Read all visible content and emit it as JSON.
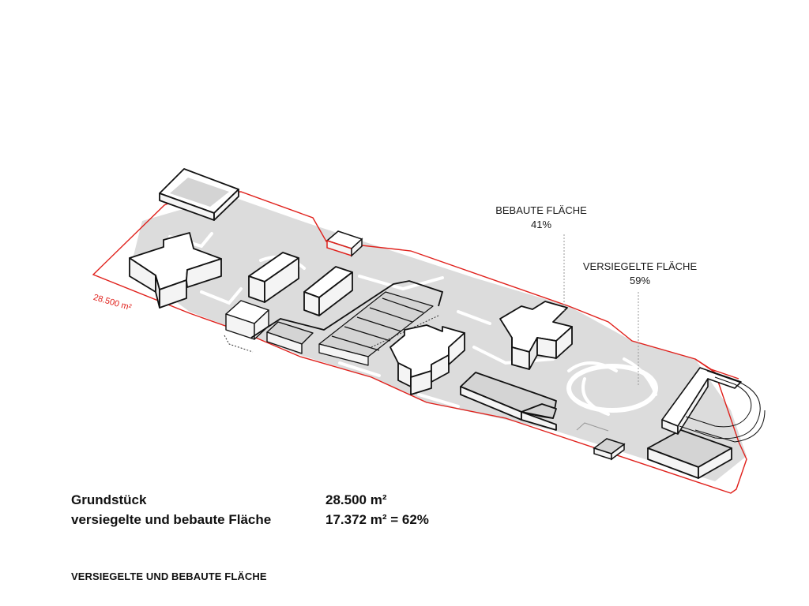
{
  "callouts": {
    "bebaute_label": "BEBAUTE FLÄCHE",
    "bebaute_percent": "41%",
    "versiegelte_label": "VERSIEGELTE FLÄCHE",
    "versiegelte_percent": "59%"
  },
  "site_area_label": "28.500 m²",
  "stats": {
    "rows": [
      {
        "label": "Grundstück",
        "value": "28.500 m²"
      },
      {
        "label": "versiegelte und bebaute Fläche",
        "value": "17.372 m² = 62%"
      }
    ]
  },
  "caption": "VERSIEGELTE UND BEBAUTE FLÄCHE",
  "colors": {
    "boundary": "#e0201b",
    "sealed_surface": "#dcdcdc",
    "roof_fill": "#d4d4d4",
    "wall_fill": "#f4f4f4",
    "outline": "#111111"
  }
}
